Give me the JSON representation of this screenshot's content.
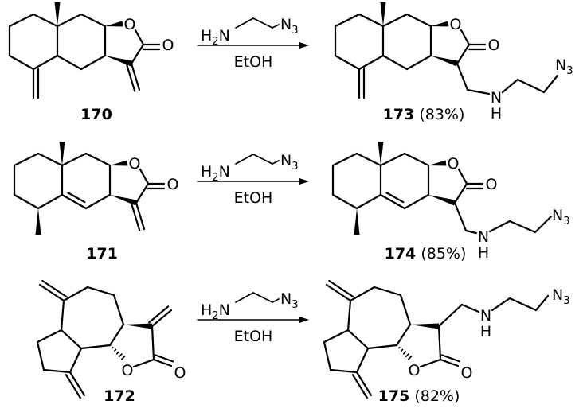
{
  "colors": {
    "azide": "#ff00ff",
    "ink": "#000000"
  },
  "reagent": {
    "amine_h": "H",
    "amine_h_sub": "2",
    "amine_n": "N",
    "azide_n": "N",
    "azide_sub": "3",
    "solvent": "EtOH"
  },
  "atoms": {
    "oxygen": "O",
    "nitrogen": "N",
    "hydrogen": "H"
  },
  "compounds": [
    {
      "id": "170",
      "role": "reactant"
    },
    {
      "id": "171",
      "role": "reactant"
    },
    {
      "id": "172",
      "role": "reactant"
    },
    {
      "id": "173",
      "yield": "(83%)",
      "role": "product"
    },
    {
      "id": "174",
      "yield": "(85%)",
      "role": "product"
    },
    {
      "id": "175",
      "yield": "(82%)",
      "role": "product"
    }
  ]
}
